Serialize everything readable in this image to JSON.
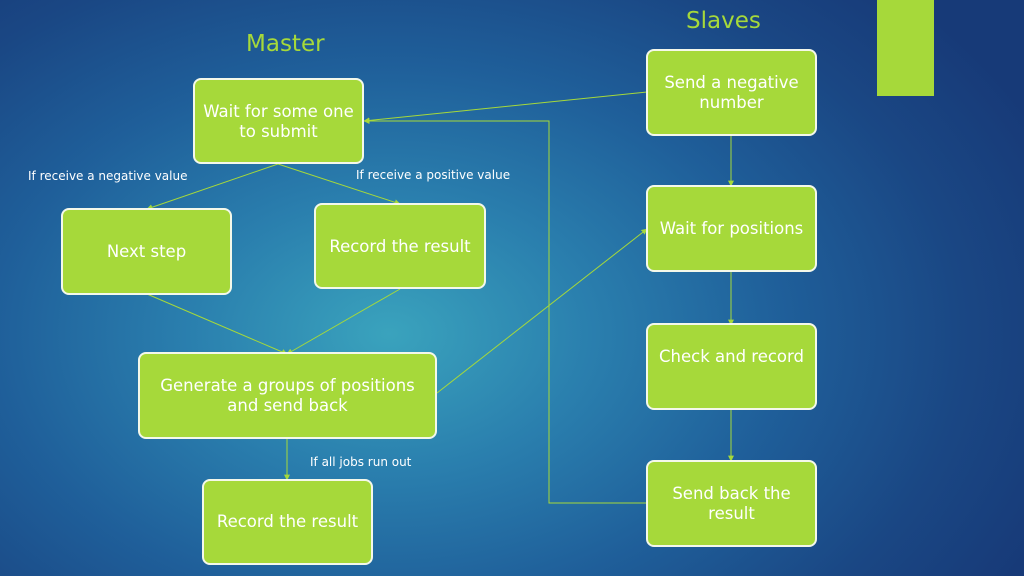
{
  "headings": {
    "master": "Master",
    "slaves": "Slaves"
  },
  "master_nodes": {
    "wait_submit": "Wait for some one to submit",
    "next_step": "Next step",
    "record_result_1": "Record the result",
    "generate_positions": "Generate a groups of positions and send back",
    "record_result_2": "Record the result"
  },
  "slave_nodes": {
    "send_negative": "Send a negative number",
    "wait_positions": "Wait for positions",
    "check_record": "Check and record",
    "send_back": "Send back the result"
  },
  "edge_labels": {
    "negative": "If receive a negative value",
    "positive": "If receive a positive value",
    "jobs_out": "If all jobs run out"
  },
  "colors": {
    "node_fill": "#a6d93a",
    "node_border": "#f4f8ea",
    "heading": "#a6d93a",
    "connector": "#a6d93a",
    "background": "#1f5f9a"
  }
}
